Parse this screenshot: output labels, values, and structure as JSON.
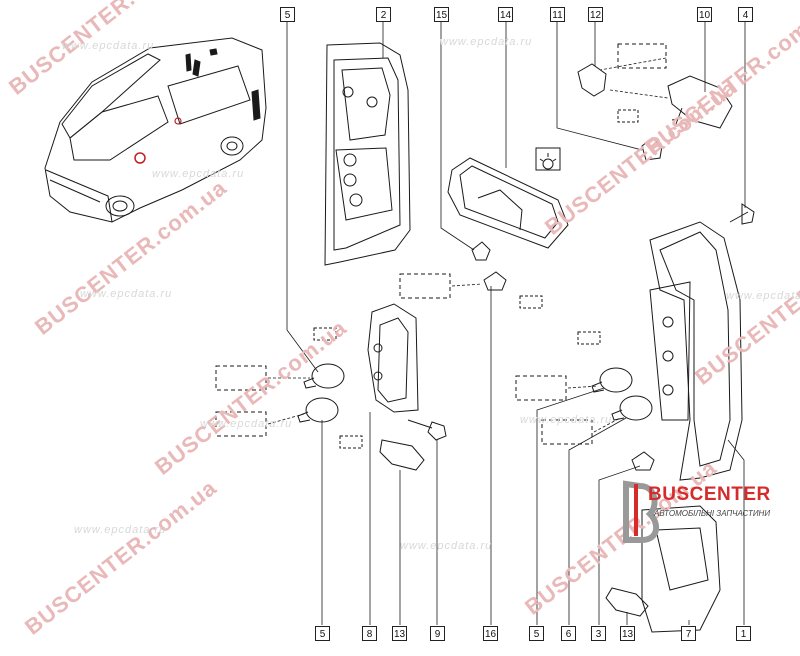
{
  "callouts_top": [
    "5",
    "2",
    "15",
    "14",
    "11",
    "12",
    "10",
    "4"
  ],
  "callouts_bottom": [
    "5",
    "8",
    "13",
    "9",
    "16",
    "5",
    "6",
    "3",
    "13",
    "7",
    "1"
  ],
  "watermarks": {
    "site_ru": "www.epcdata.ru",
    "site_ua": "BUSCENTER.com.ua"
  },
  "logo": {
    "brand": "BUSCENTER",
    "subtitle": "АВТОМОБІЛЬНІ ЗАПЧАСТИНИ"
  },
  "colors": {
    "line": "#1a1a1a",
    "watermark": "#e9b8b8",
    "brand_red": "#d62b2b"
  }
}
